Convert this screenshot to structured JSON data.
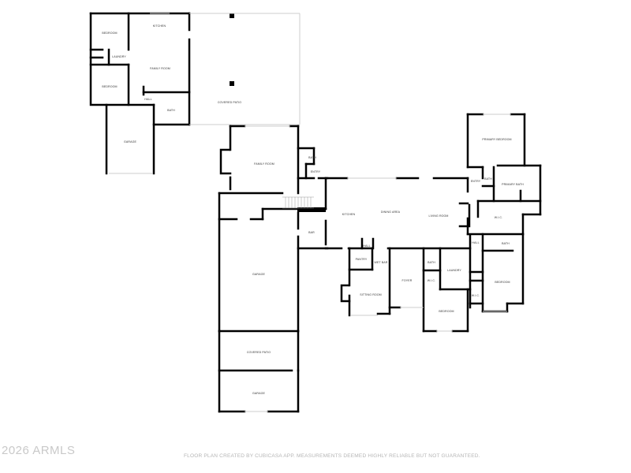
{
  "floor_plan": {
    "wall_color": "#000000",
    "window_color": "#d0d0d0",
    "rooms": {
      "guest_bedroom_1": "BEDROOM",
      "guest_kitchen": "KITCHEN",
      "guest_laundry": "LAUNDRY",
      "guest_family_room": "FAMILY ROOM",
      "guest_bedroom_2": "BEDROOM",
      "guest_hall": "HALL",
      "guest_bath": "BATH",
      "guest_garage": "GARAGE",
      "covered_patio_top": "COVERED PATIO",
      "family_room": "FAMILY ROOM",
      "bath_near_entry": "BATH",
      "entry_main": "ENTRY",
      "kitchen": "KITCHEN",
      "dining_area": "DINING AREA",
      "living_room": "LIVING ROOM",
      "bar": "BAR",
      "garage_main": "GARAGE",
      "covered_patio_bottom": "COVERED PATIO",
      "garage_bottom": "GARAGE",
      "primary_bedroom": "PRIMARY BEDROOM",
      "entry_primary": "ENTRY",
      "bath_primary_wc": "BATH",
      "primary_bath": "PRIMARY BATH",
      "wic_primary": "W.I.C.",
      "hall_center": "HALL",
      "pantry": "PANTRY",
      "wet_bar": "WET BAR",
      "sitting_room": "SITTING ROOM",
      "foyer": "FOYER",
      "bath_south": "BATH",
      "wic_south": "W.I.C.",
      "laundry": "LAUNDRY",
      "bedroom_south": "BEDROOM",
      "hall_east": "HALL",
      "bath_east": "BATH",
      "wic_east": "W.I.C.",
      "bedroom_east": "BEDROOM"
    }
  },
  "footer": {
    "watermark": "2026 ARMLS",
    "disclaimer": "FLOOR PLAN CREATED BY CUBICASA APP. MEASUREMENTS DEEMED HIGHLY RELIABLE BUT NOT GUARANTEED."
  }
}
